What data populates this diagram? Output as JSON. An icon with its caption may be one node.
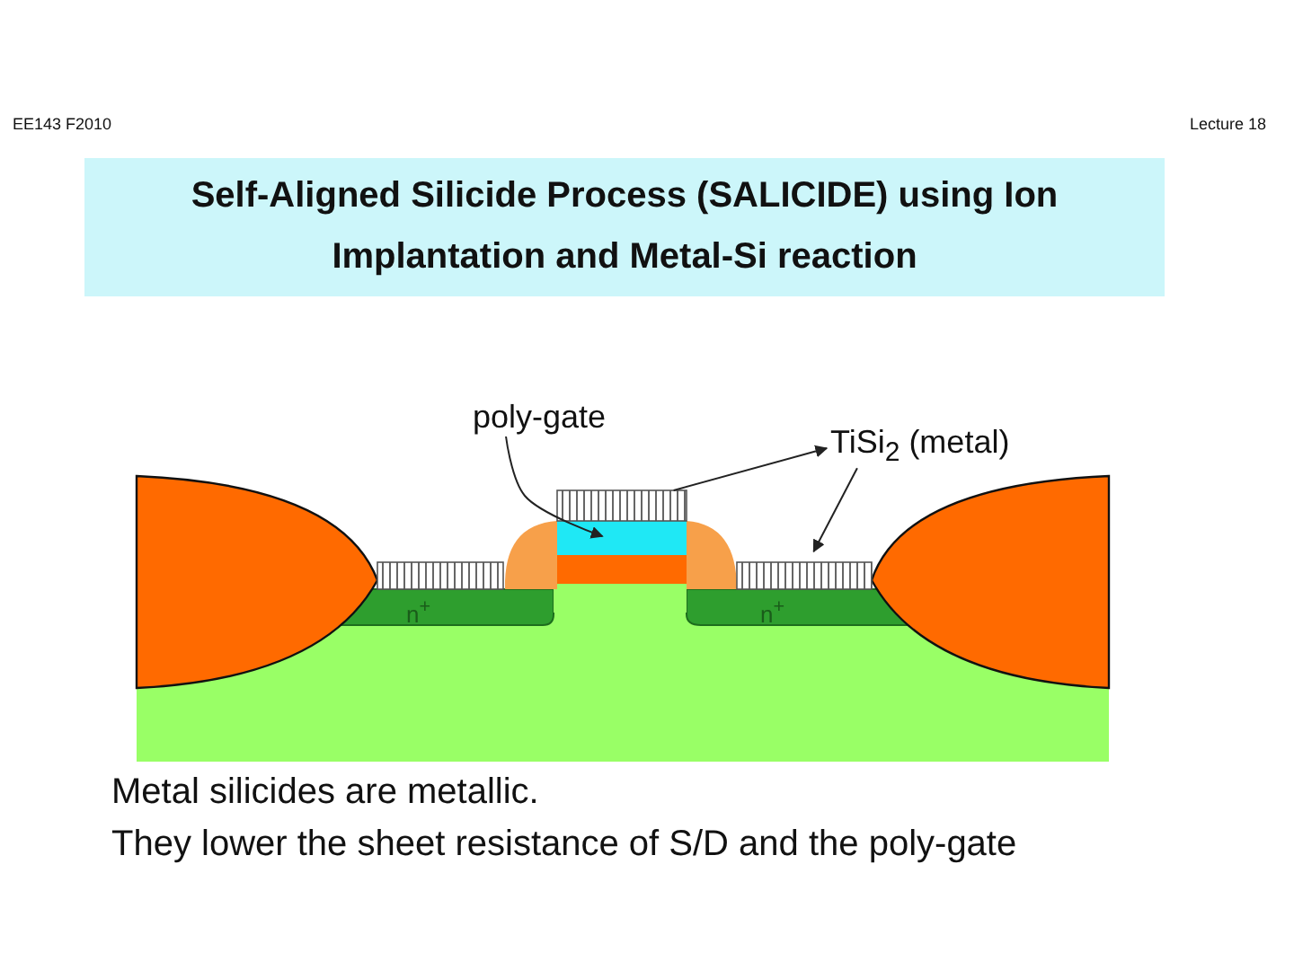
{
  "diagram": {
    "title": "Self-Aligned Silicide Process (SALICIDE) using Ion Implantation and Metal-Si reaction",
    "nodes": [
      {
        "text": [
          "poly-gate"
        ]
      },
      {
        "text": [],
        "shape": "box"
      },
      {
        "text": [
          "TiSi$_{2}$ (metal)"
        ]
      },
      {
        "text": [],
        "shape": "box"
      },
      {
        "text": [],
        "shape": "box"
      },
      {
        "text": [],
        "shape": "box"
      }
    ],
    "edges": [
      {
        "from": 0,
        "to": 1,
        "arrow": "to"
      },
      {
        "from": 3,
        "to": 2,
        "arrow": "to"
      },
      {
        "from": 2,
        "to": 4,
        "arrow": "to"
      }
    ],
    "labels": [
      "EE143 F2010",
      "Lecture 18",
      "n$^{+}$",
      "n$^{+}$",
      "Metal silicides are metallic.",
      "They lower the sheet resistance of S/D and the poly-gate"
    ]
  }
}
